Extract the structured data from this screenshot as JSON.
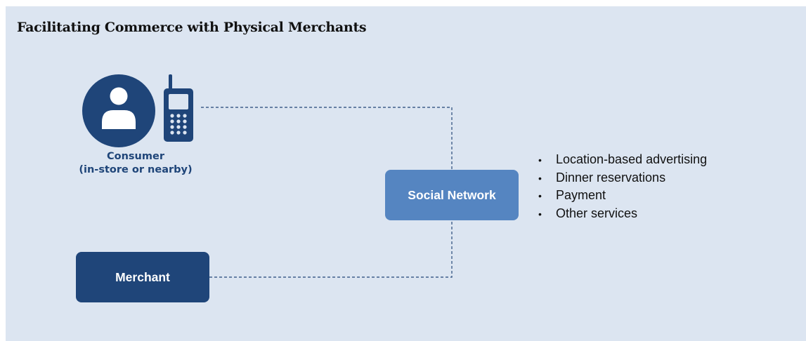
{
  "title": "Facilitating Commerce with Physical Merchants",
  "consumer": {
    "label_line1": "Consumer",
    "label_line2": "(in-store or nearby)",
    "icons": [
      "person-icon",
      "mobile-phone-icon"
    ]
  },
  "nodes": {
    "social_network": "Social Network",
    "merchant": "Merchant"
  },
  "services": [
    "Location-based advertising",
    "Dinner reservations",
    "Payment",
    "Other services"
  ],
  "colors": {
    "background": "#dce5f1",
    "dark_blue": "#1f4579",
    "light_blue": "#5585c1",
    "connector": "#3f5f8a"
  }
}
